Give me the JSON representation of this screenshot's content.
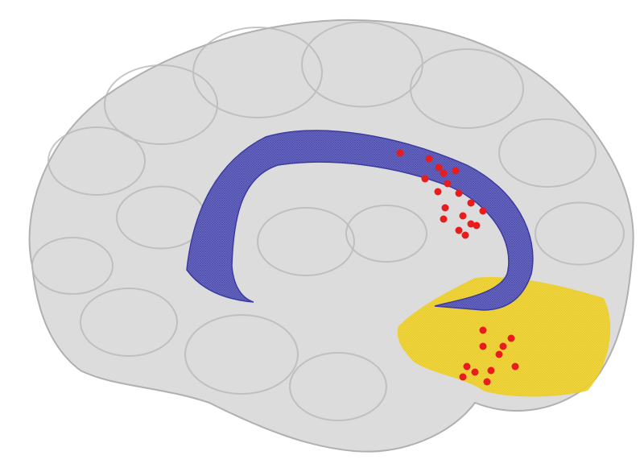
{
  "figure": {
    "structures": [
      {
        "name": "brain-surface",
        "color": "#c8c8c8"
      },
      {
        "name": "arched-tract",
        "color": "#5a5ab4"
      },
      {
        "name": "posterior-region",
        "color": "#f0d020"
      },
      {
        "name": "markers",
        "color": "#e81c1c"
      }
    ]
  }
}
